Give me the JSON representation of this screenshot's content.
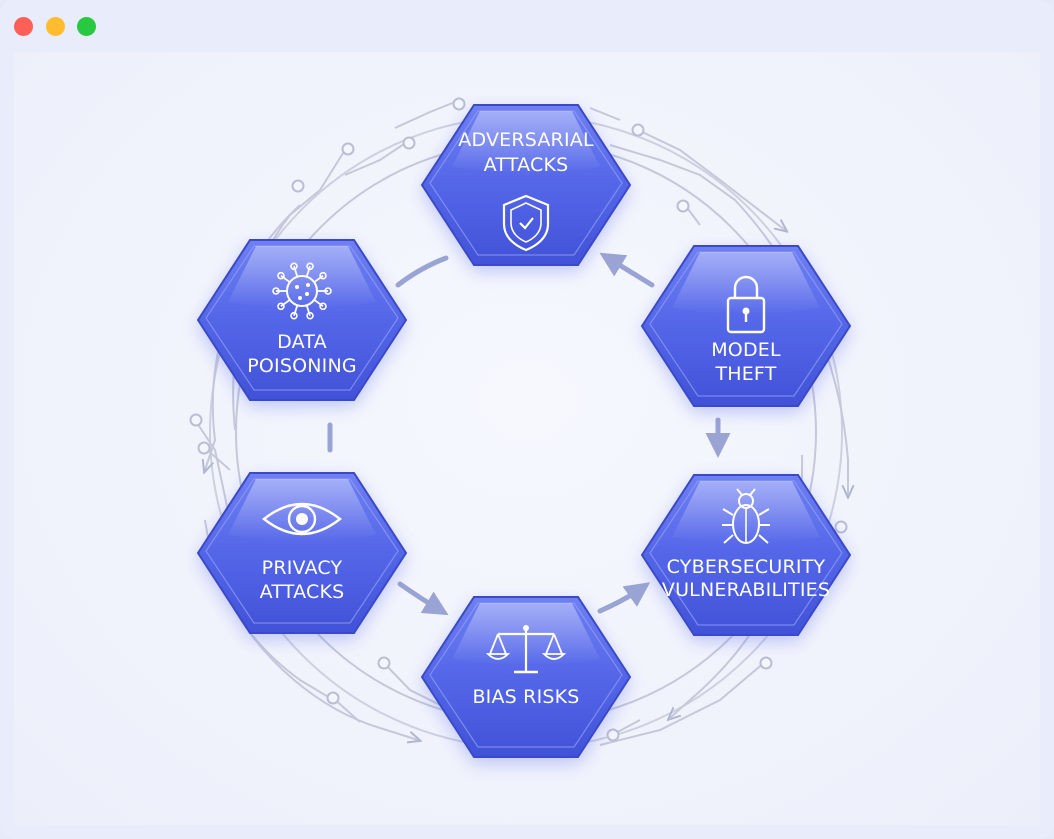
{
  "window": {
    "controls": [
      {
        "name": "close",
        "color": "#fe5f57"
      },
      {
        "name": "minimize",
        "color": "#febc2e"
      },
      {
        "name": "maximize",
        "color": "#28c840"
      }
    ]
  },
  "diagram": {
    "accent": "#5566e6",
    "nodes": [
      {
        "id": "adversarial-attacks",
        "lines": [
          "ADVERSARIAL",
          "ATTACKS"
        ],
        "icon": "shield-check-icon"
      },
      {
        "id": "model-theft",
        "lines": [
          "MODEL",
          "THEFT"
        ],
        "icon": "padlock-icon"
      },
      {
        "id": "cybersecurity-vulnerabilities",
        "lines": [
          "CYBERSECURITY",
          "VULNERABILITIES"
        ],
        "icon": "bug-icon"
      },
      {
        "id": "bias-risks",
        "lines": [
          "BIAS RISKS"
        ],
        "icon": "scales-icon"
      },
      {
        "id": "privacy-attacks",
        "lines": [
          "PRIVACY",
          "ATTACKS"
        ],
        "icon": "eye-icon"
      },
      {
        "id": "data-poisoning",
        "lines": [
          "DATA",
          "POISONING"
        ],
        "icon": "virus-icon"
      }
    ]
  }
}
